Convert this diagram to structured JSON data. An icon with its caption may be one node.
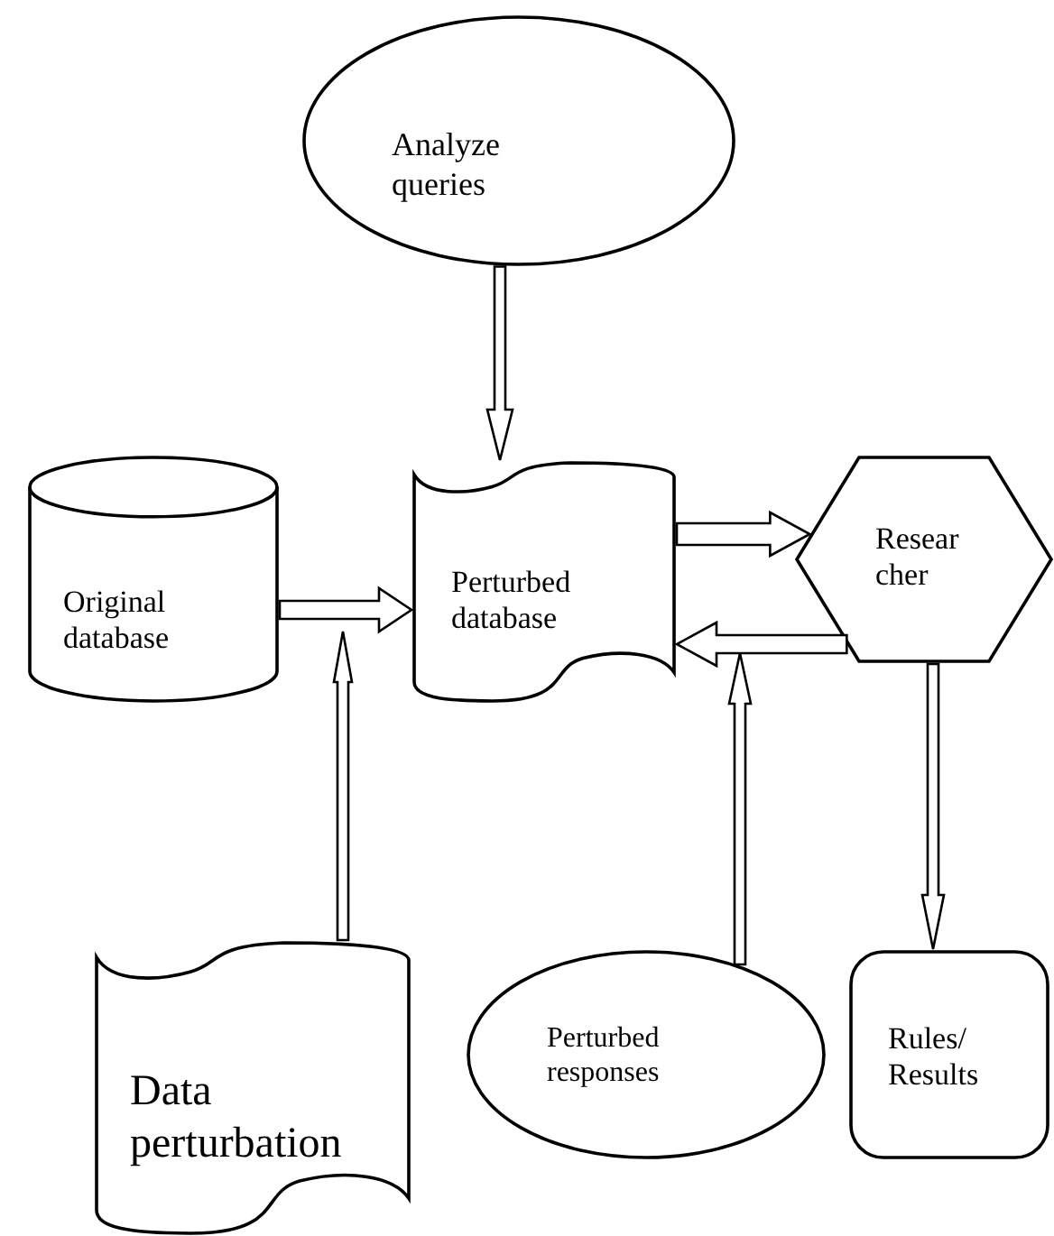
{
  "diagram": {
    "nodes": [
      {
        "text": [
          "Analyze queries"
        ]
      },
      {
        "text": [
          "Original database"
        ]
      },
      {
        "text": [
          "Perturbed database"
        ]
      },
      {
        "text": [
          "Resear cher"
        ]
      },
      {
        "text": [
          "Data perturbation"
        ]
      },
      {
        "text": [
          "Perturbed responses"
        ]
      },
      {
        "text": [
          "Rules/ Results"
        ]
      }
    ],
    "edges": [
      {
        "from": 0,
        "to": 2,
        "arrow": "to"
      },
      {
        "from": 1,
        "to": 2,
        "arrow": "to"
      },
      {
        "from": 4,
        "to": null,
        "arrow": "to"
      },
      {
        "from": 2,
        "to": 3,
        "arrow": "to"
      },
      {
        "from": 3,
        "to": 2,
        "arrow": "to"
      },
      {
        "from": 5,
        "to": null,
        "arrow": "to"
      },
      {
        "from": 3,
        "to": 6,
        "arrow": "to"
      }
    ]
  }
}
